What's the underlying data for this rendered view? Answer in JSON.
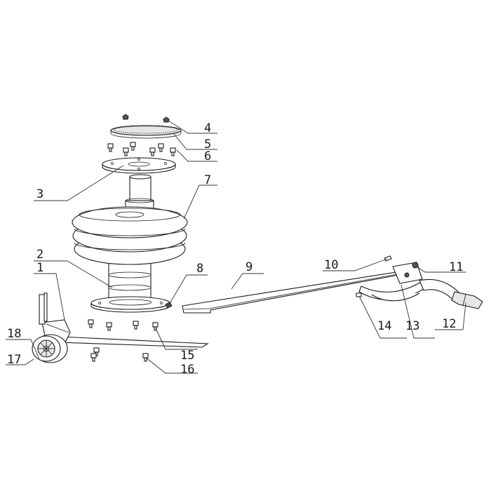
{
  "callouts": [
    {
      "id": "1",
      "label": "1"
    },
    {
      "id": "2",
      "label": "2"
    },
    {
      "id": "3",
      "label": "3"
    },
    {
      "id": "4",
      "label": "4"
    },
    {
      "id": "5",
      "label": "5"
    },
    {
      "id": "6",
      "label": "6"
    },
    {
      "id": "7",
      "label": "7"
    },
    {
      "id": "8",
      "label": "8"
    },
    {
      "id": "9",
      "label": "9"
    },
    {
      "id": "10",
      "label": "10"
    },
    {
      "id": "11",
      "label": "11"
    },
    {
      "id": "12",
      "label": "12"
    },
    {
      "id": "13",
      "label": "13"
    },
    {
      "id": "14",
      "label": "14"
    },
    {
      "id": "15",
      "label": "15"
    },
    {
      "id": "16",
      "label": "16"
    },
    {
      "id": "17",
      "label": "17"
    },
    {
      "id": "18",
      "label": "18"
    }
  ],
  "colors": {
    "line": "#1a1a1a",
    "fill": "#ffffff",
    "shade": "#e6e6e6"
  }
}
